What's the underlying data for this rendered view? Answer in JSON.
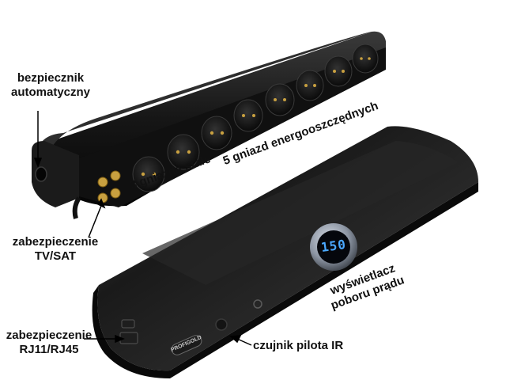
{
  "labels": {
    "fuse_line1": "bezpiecznik",
    "fuse_line2": "automatyczny",
    "fixed_sockets": "3 gniazda stałe",
    "eco_sockets": "5 gniazd energooszczędnych",
    "tv_line1": "zabezpieczenie",
    "tv_line2": "TV/SAT",
    "display_line1": "wyświetlacz",
    "display_line2": "poboru prądu",
    "rj_line1": "zabezpieczenie",
    "rj_line2": "RJ11/RJ45",
    "ir_sensor": "czujnik pilota IR"
  },
  "display": {
    "reading": "150"
  },
  "brand": {
    "logo": "PROFIGOLD"
  },
  "colors": {
    "background": "#ffffff",
    "body": "#141414",
    "socket": "#1c1c1c",
    "contacts": "#c8a040",
    "display_ring": "#9aa4b4",
    "display_led": "#4aa8ff"
  }
}
